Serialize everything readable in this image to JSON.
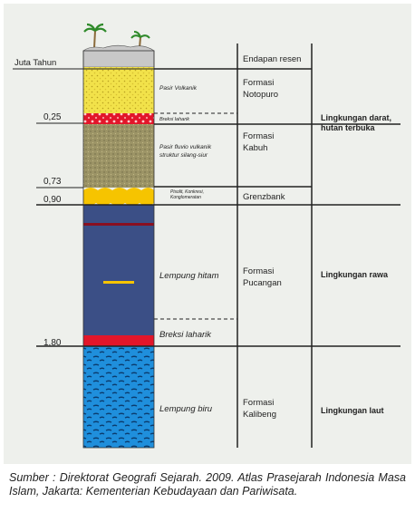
{
  "time_axis": {
    "label": "Juta Tahun",
    "ticks": [
      "0,25",
      "0,73",
      "0,90",
      "1,80"
    ]
  },
  "layers": [
    {
      "label": "Pasir Volkanik",
      "color": "#f2e24a"
    },
    {
      "label": "Breksi laharik",
      "color": "#e2162a"
    },
    {
      "label": "Pasir fluvio vulkanik struktur silang-siur",
      "color": "#9c9466"
    },
    {
      "label": "Pisolit, Konkresi, Konglomeratan",
      "color": "#f6c400"
    },
    {
      "label": "Lempung hitam",
      "color": "#3b4f86"
    },
    {
      "label": "Breksi laharik",
      "color": "#e2162a"
    },
    {
      "label": "Lempung biru",
      "color": "#1f8fdc"
    }
  ],
  "formations": [
    {
      "name": "Endapan resen"
    },
    {
      "name": "Formasi Notopuro"
    },
    {
      "name": "Formasi Kabuh"
    },
    {
      "name": "Grenzbank"
    },
    {
      "name": "Formasi Pucangan"
    },
    {
      "name": "Formasi Kalibeng"
    }
  ],
  "environments": [
    {
      "name": "Lingkungan darat, hutan terbuka"
    },
    {
      "name": "Lingkungan rawa"
    },
    {
      "name": "Lingkungan laut"
    }
  ],
  "caption": "Sumber : Direktorat Geografi Sejarah. 2009. Atlas Prasejarah Indonesia Masa Islam, Jakarta: Kementerian Kebudayaan dan Pariwisata."
}
